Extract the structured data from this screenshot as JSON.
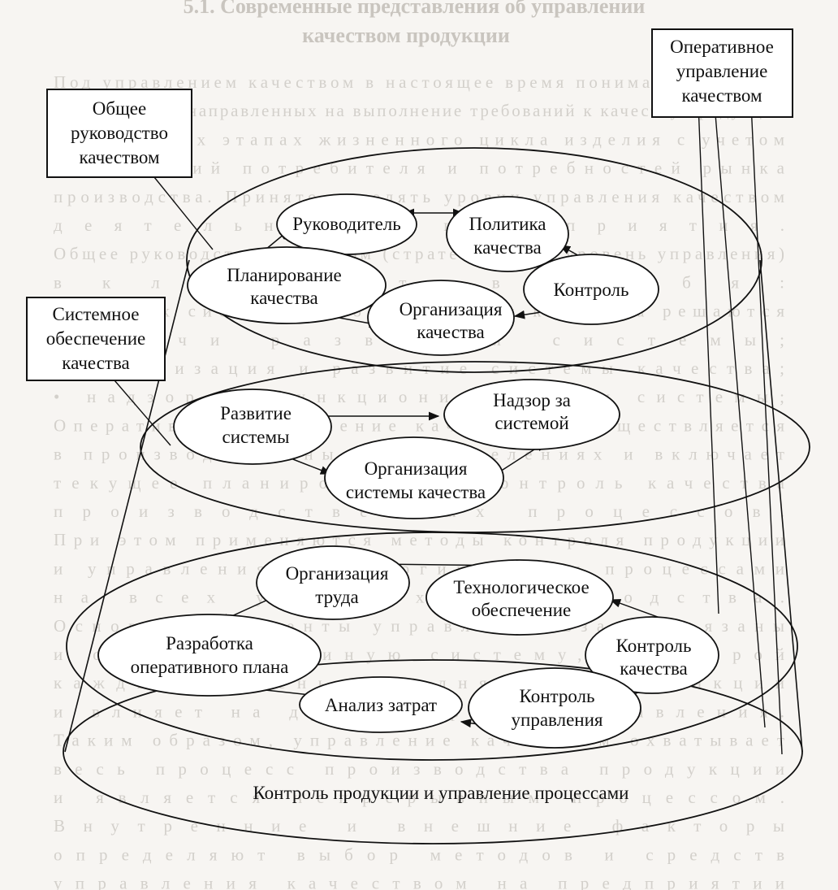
{
  "page_header": {
    "lines": [
      "5.1. Современные представления об управлении",
      "качеством продукции"
    ]
  },
  "background_text": {
    "lines": [
      "Под управлением качеством в настоящее время понимают комплекс",
      "мероприятий, направленных на выполнение требований к качеству продукции",
      "ным на всех этапах жизненного цикла изделия с учетом",
      "требований потребителя и потребностей рынка",
      "производства. Принято выделять уровни управления качеством",
      "деятельности предприятия.",
      "Общее руководство качеством (стратегический уровень управления)",
      "включает в себя:",
      "В рамках системного обеспечения качества решаются",
      "задачи развития системы;",
      "• организация и развитие системы качества;",
      "• надзор за функционированием системы;",
      "Оперативное управление качеством осуществляется",
      "в производственных подразделениях и включает",
      "текущее планирование и контроль качества",
      "производственных процессов.",
      "При этом применяются методы контроля продукции",
      "и управления технологическими процессами",
      "на всех уровнях производства.",
      "Основные элементы управления взаимосвязаны",
      "и образуют единую систему, в которой",
      "каждый уровень выполняет свои функции",
      "и влияет на другие уровни управления.",
      "Таким образом, управление качеством охватывает",
      "весь процесс производства продукции",
      "и является непрерывным процессом.",
      "Внутренние и внешние факторы",
      "определяют выбор методов и средств",
      "управления качеством на предприятии"
    ]
  },
  "callouts": {
    "general": [
      "Общее",
      "руководство",
      "качеством"
    ],
    "system": [
      "Системное",
      "обеспечение",
      "качества"
    ],
    "operational": [
      "Оперативное",
      "управление",
      "качеством"
    ]
  },
  "tier_top": {
    "leader": [
      "Руководитель"
    ],
    "policy": [
      "Политика",
      "качества"
    ],
    "planning": [
      "Планирование",
      "качества"
    ],
    "control": [
      "Контроль"
    ],
    "organization": [
      "Организация",
      "качества"
    ]
  },
  "tier_middle": {
    "development": [
      "Развитие",
      "системы"
    ],
    "supervision": [
      "Надзор за",
      "системой"
    ],
    "organization": [
      "Организация",
      "системы качества"
    ]
  },
  "tier_bottom": {
    "labor": [
      "Организация",
      "труда"
    ],
    "technology": [
      "Технологическое",
      "обеспечение"
    ],
    "plan": [
      "Разработка",
      "оперативного плана"
    ],
    "quality_control": [
      "Контроль",
      "качества"
    ],
    "cost": [
      "Анализ затрат"
    ],
    "management_control": [
      "Контроль",
      "управления"
    ]
  },
  "base_label": "Контроль продукции и управление процессами"
}
